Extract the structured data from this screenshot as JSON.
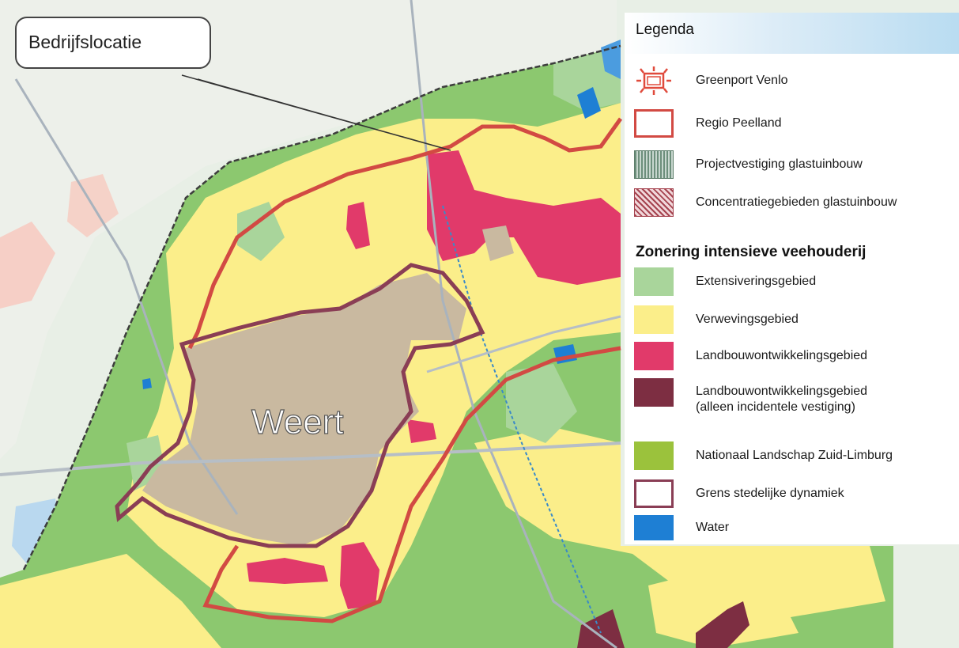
{
  "map": {
    "place_label": "Weert",
    "callout_label": "Bedrijfslocatie"
  },
  "legend": {
    "title": "Legenda",
    "items_top": [
      {
        "label": "Greenport Venlo",
        "icon": "greenport-icon",
        "color": "#e04a3c"
      },
      {
        "label": "Regio Peelland",
        "icon": "red-outline-box",
        "color": "#d24a43"
      },
      {
        "label": "Projectvestiging glastuinbouw",
        "icon": "green-hatch",
        "color": "#6d8f7c"
      },
      {
        "label": "Concentratiegebieden glastuinbouw",
        "icon": "red-hatch",
        "color": "#a5434f"
      }
    ],
    "section_heading": "Zonering intensieve veehouderij",
    "items_zoning": [
      {
        "label": "Extensiveringsgebied",
        "color": "#a9d59b"
      },
      {
        "label": "Verwevingsgebied",
        "color": "#fbee8a"
      },
      {
        "label": "Landbouwontwikkelingsgebied",
        "color": "#e13a6a"
      },
      {
        "label": "Landbouwontwikkelingsgebied",
        "label2": "(alleen incidentele vestiging)",
        "color": "#7d2e42"
      }
    ],
    "items_bottom": [
      {
        "label": "Nationaal Landschap Zuid-Limburg",
        "color": "#9bc23c"
      },
      {
        "label": "Grens stedelijke dynamiek",
        "color": "#8a3e55"
      },
      {
        "label": "Water",
        "color": "#1e7fd4"
      }
    ]
  },
  "colors": {
    "green": "#8cc86f",
    "light_green": "#a9d59b",
    "yellow": "#fbee8a",
    "pink": "#e13a6a",
    "urban": "#c9b9a0",
    "red_line": "#d24a43",
    "purple_line": "#8a3e55",
    "water": "#1e7fd4"
  }
}
